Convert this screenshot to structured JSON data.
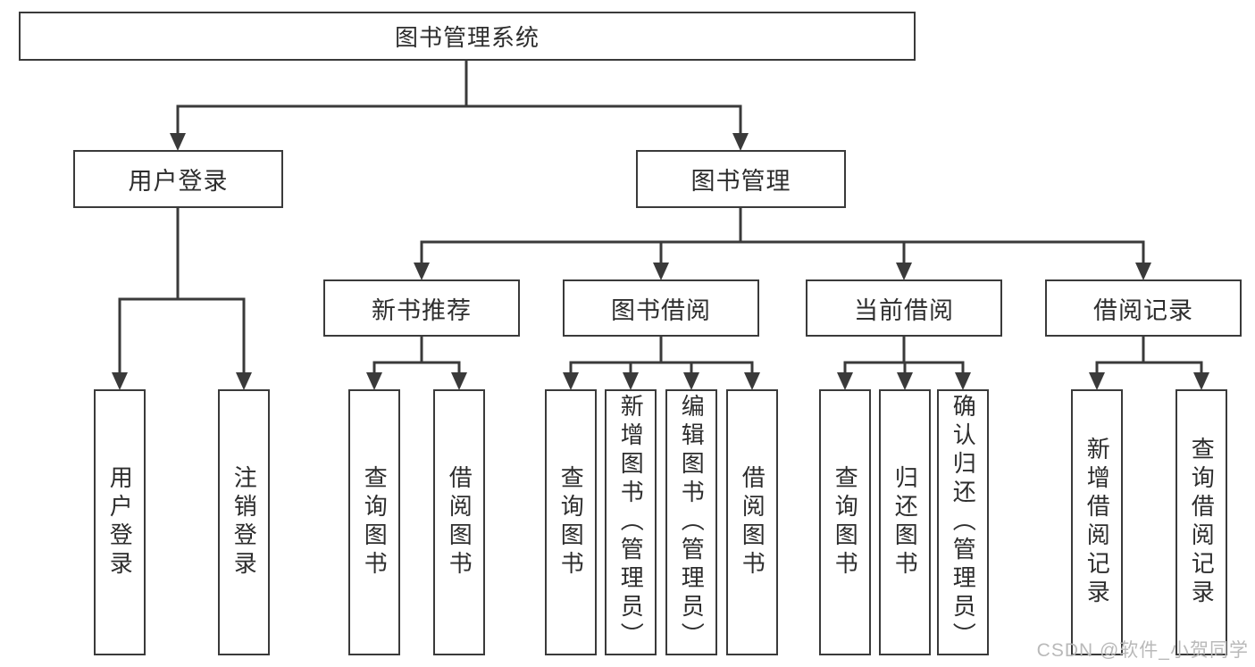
{
  "diagram": {
    "title_node": "图书管理系统",
    "nodes": {
      "root": {
        "label": "图书管理系统"
      },
      "user_login": {
        "label": "用户登录"
      },
      "book_mgmt": {
        "label": "图书管理"
      },
      "new_book_rec": {
        "label": "新书推荐"
      },
      "book_borrow": {
        "label": "图书借阅"
      },
      "current_borrow": {
        "label": "当前借阅"
      },
      "borrow_records": {
        "label": "借阅记录"
      },
      "ul_user_login": {
        "label": "用户登录"
      },
      "ul_logout": {
        "label": "注销登录"
      },
      "nbr_query_books": {
        "label": "查询图书"
      },
      "nbr_borrow_books": {
        "label": "借阅图书"
      },
      "bb_query_books": {
        "label": "查询图书"
      },
      "bb_add_books": {
        "label": "新增图书（管理员）"
      },
      "bb_edit_books": {
        "label": "编辑图书（管理员）"
      },
      "bb_borrow_books": {
        "label": "借阅图书"
      },
      "cb_query_books": {
        "label": "查询图书"
      },
      "cb_return_books": {
        "label": "归还图书"
      },
      "cb_confirm_return": {
        "label": "确认归还（管理员）"
      },
      "br_add_record": {
        "label": "新增借阅记录"
      },
      "br_query_record": {
        "label": "查询借阅记录"
      }
    },
    "structure": {
      "root": [
        "user_login",
        "book_mgmt"
      ],
      "user_login": [
        "ul_user_login",
        "ul_logout"
      ],
      "book_mgmt": [
        "new_book_rec",
        "book_borrow",
        "current_borrow",
        "borrow_records"
      ],
      "new_book_rec": [
        "nbr_query_books",
        "nbr_borrow_books"
      ],
      "book_borrow": [
        "bb_query_books",
        "bb_add_books",
        "bb_edit_books",
        "bb_borrow_books"
      ],
      "current_borrow": [
        "cb_query_books",
        "cb_return_books",
        "cb_confirm_return"
      ],
      "borrow_records": [
        "br_add_record",
        "br_query_record"
      ]
    },
    "colors": {
      "line": "#3a3a3a",
      "text": "#2d2d2d",
      "background": "#ffffff",
      "watermark": "#b9b9b9"
    }
  },
  "watermark": {
    "text": "CSDN @软件_小贺同学"
  }
}
